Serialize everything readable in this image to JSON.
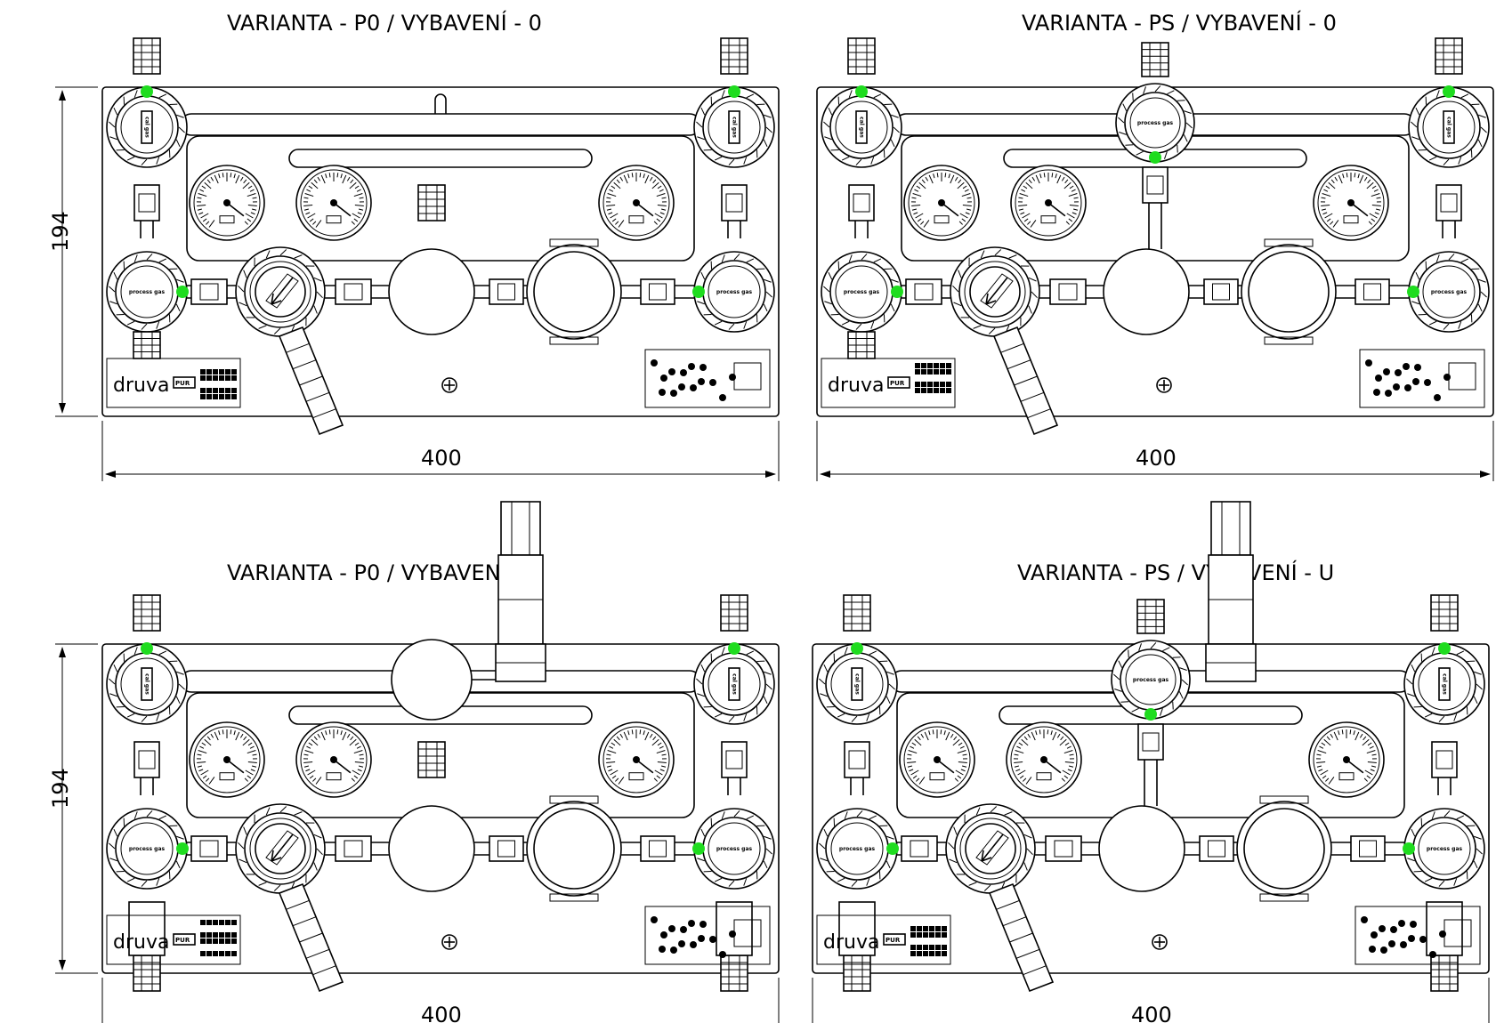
{
  "panels": [
    {
      "title": "VARIANTA - P0 / VYBAVENÍ - 0",
      "width_label": "400",
      "height_label": "194",
      "regulator_top_center": false,
      "outlet_assembly": false,
      "logo": {
        "brand": "druva",
        "sub": "PUR"
      },
      "left_top_label": "cal gas",
      "right_top_label": "cal gas",
      "left_mid_label": "process gas",
      "right_mid_label": "process gas"
    },
    {
      "title": "VARIANTA - PS / VYBAVENÍ - 0",
      "width_label": "400",
      "height_label": "",
      "regulator_top_center": true,
      "outlet_assembly": false,
      "logo": {
        "brand": "druva",
        "sub": "PUR"
      },
      "center_label": "process gas",
      "left_top_label": "cal gas",
      "right_top_label": "cal gas",
      "left_mid_label": "process gas",
      "right_mid_label": "process gas"
    },
    {
      "title": "VARIANTA - P0 / VYBAVENÍ - U",
      "width_label": "400",
      "height_label": "194",
      "regulator_top_center": false,
      "outlet_assembly": true,
      "logo": {
        "brand": "druva",
        "sub": "PUR"
      },
      "left_top_label": "cal gas",
      "right_top_label": "cal gas",
      "left_mid_label": "process gas",
      "right_mid_label": "process gas"
    },
    {
      "title": "VARIANTA - PS / VYBAVENÍ - U",
      "width_label": "400",
      "height_label": "",
      "regulator_top_center": true,
      "outlet_assembly": true,
      "logo": {
        "brand": "druva",
        "sub": "PUR"
      },
      "center_label": "process gas",
      "left_top_label": "cal gas",
      "right_top_label": "cal gas",
      "left_mid_label": "process gas",
      "right_mid_label": "process gas"
    }
  ],
  "colors": {
    "indicator": "#1fdc1f",
    "line": "#000000",
    "background": "#ffffff"
  }
}
